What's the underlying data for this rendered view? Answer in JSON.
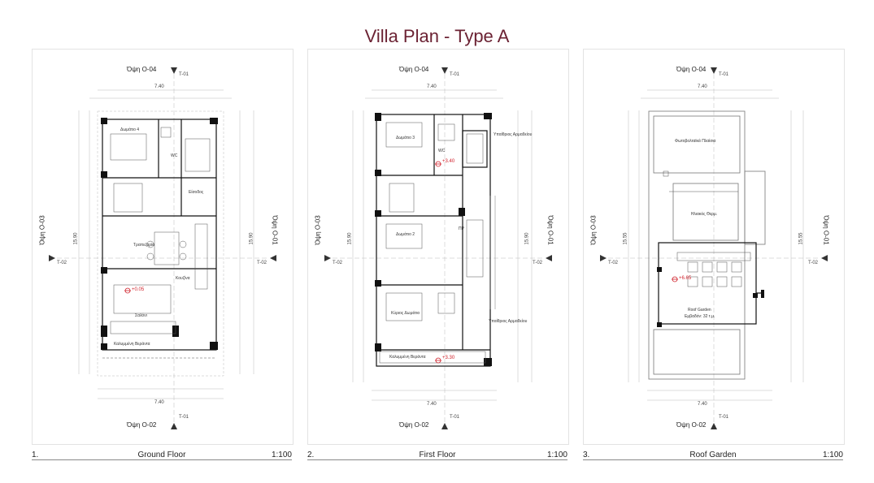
{
  "title": "Villa Plan - Type A",
  "panels": [
    {
      "number": "1.",
      "name": "Ground Floor",
      "scale": "1:100",
      "view_top": "Όψη Ο-04",
      "view_bottom": "Όψη Ο-02",
      "view_left": "Όψη Ο-03",
      "view_right": "Όψη Ο-01",
      "section_vertical": "T-01",
      "section_horizontal": "T-02",
      "dim_total": "7.40",
      "dim_total_vertical": "15.90",
      "rooms": [
        "Δωμάτιο 4",
        "WC",
        "Είσοδος",
        "Τραπεζαρία",
        "Κουζίνα",
        "Σαλόνι",
        "Καλυμμένη Βεράντα"
      ],
      "level": "+0.05"
    },
    {
      "number": "2.",
      "name": "First Floor",
      "scale": "1:100",
      "view_top": "Όψη Ο-04",
      "view_bottom": "Όψη Ο-02",
      "view_left": "Όψη Ο-03",
      "view_right": "Όψη Ο-01",
      "section_vertical": "T-01",
      "section_horizontal": "T-02",
      "dim_total": "7.40",
      "dim_total_vertical": "15.90",
      "rooms": [
        "Δωμάτιο 3",
        "WC",
        "Δωμάτιο 2",
        "ΠΡ",
        "Κύριος Δωμάτιο",
        "Καλυμμένη Βεράντα"
      ],
      "level": "+3.40",
      "level2": "+3.30",
      "notes": [
        "Υπαίθριος Αρμαδείου",
        "Υπαίθριος Αρμαδείου"
      ]
    },
    {
      "number": "3.",
      "name": "Roof Garden",
      "scale": "1:100",
      "view_top": "Όψη Ο-04",
      "view_bottom": "Όψη Ο-02",
      "view_left": "Όψη Ο-03",
      "view_right": "Όψη Ο-01",
      "section_vertical": "T-01",
      "section_horizontal": "T-02",
      "dim_total": "7.40",
      "dim_total_vertical": "15.55",
      "rooms": [
        "Φωτοβολταϊκά Πλαίσια",
        "Ηλιακός Θερμ.",
        "Roof Garden",
        "Εμβαδόν: 32 τ.μ."
      ],
      "level": "+6.65"
    }
  ],
  "colors": {
    "title": "#6b2233",
    "level": "#d0202a",
    "wall": "#111111"
  }
}
